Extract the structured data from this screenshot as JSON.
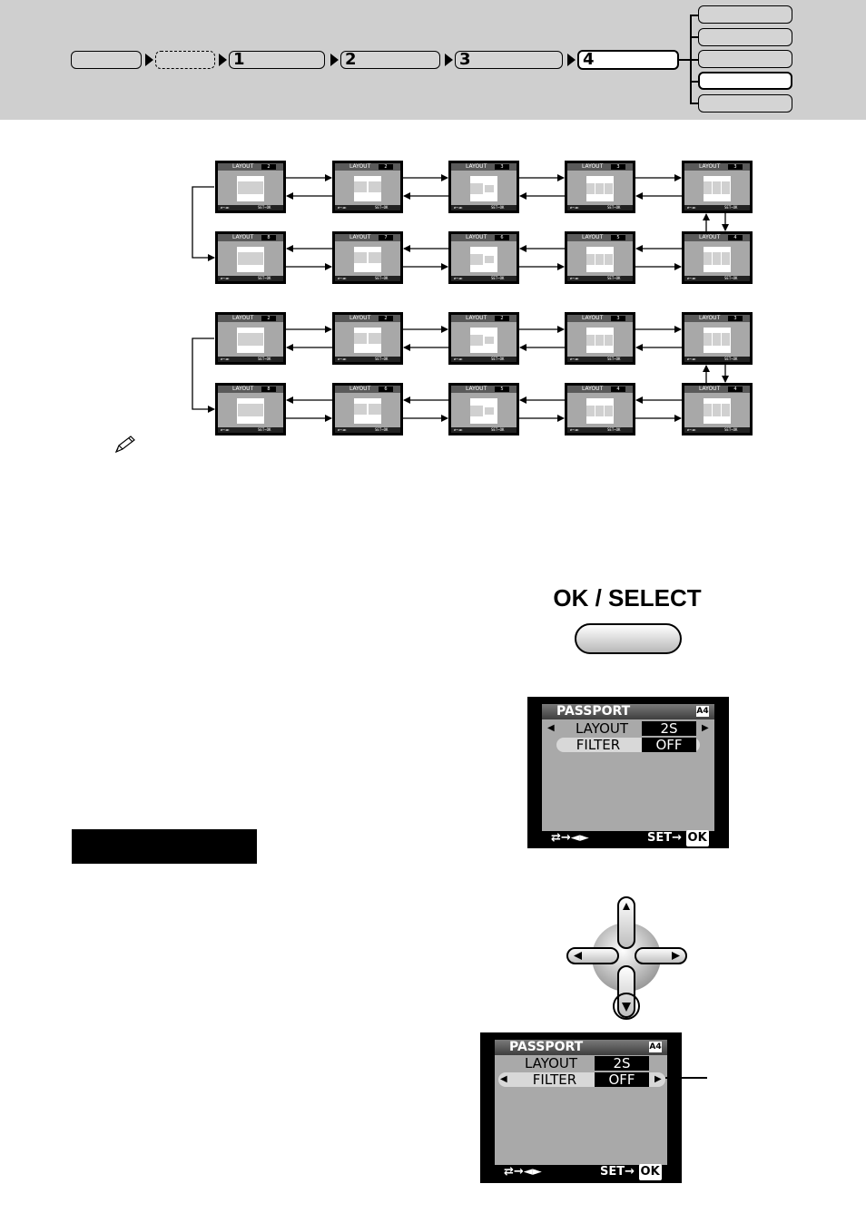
{
  "header": {
    "steps": [
      {
        "num": "",
        "style": "solid"
      },
      {
        "num": "",
        "style": "dashed"
      },
      {
        "num": "1",
        "style": "solid"
      },
      {
        "num": "2",
        "style": "solid"
      },
      {
        "num": "3",
        "style": "solid"
      },
      {
        "num": "4",
        "style": "active"
      }
    ],
    "side_tabs": [
      "",
      "",
      "",
      "",
      ""
    ],
    "side_active_index": 3
  },
  "diagram": {
    "title_label": "LAYOUT",
    "footer_left": "⇄→◄►",
    "footer_right": "SET→OK",
    "group1_row1_values": [
      "2",
      "2",
      "3",
      "3",
      "3"
    ],
    "group1_row2_values": [
      "8",
      "7",
      "6",
      "5",
      "4"
    ],
    "group2_row1_values": [
      "2",
      "2",
      "2",
      "3",
      "3"
    ],
    "group2_row2_values": [
      "8",
      "6",
      "5",
      "4",
      "4"
    ]
  },
  "ok_select": {
    "label": "OK / SELECT"
  },
  "screen1": {
    "title": "PASSPORT",
    "badge": "A4",
    "layout_label": "LAYOUT",
    "layout_value": "2S",
    "filter_label": "FILTER",
    "filter_value": "OFF",
    "footer_left": "⇄→◄►",
    "footer_set": "SET→",
    "footer_ok": "OK"
  },
  "screen2": {
    "title": "PASSPORT",
    "badge": "A4",
    "layout_label": "LAYOUT",
    "layout_value": "2S",
    "filter_label": "FILTER",
    "filter_value": "OFF",
    "footer_left": "⇄→◄►",
    "footer_set": "SET→",
    "footer_ok": "OK"
  },
  "icons": {
    "note": "pencil-icon",
    "step_arrow": "triangle-right-icon",
    "dpad": "dpad-icon"
  }
}
